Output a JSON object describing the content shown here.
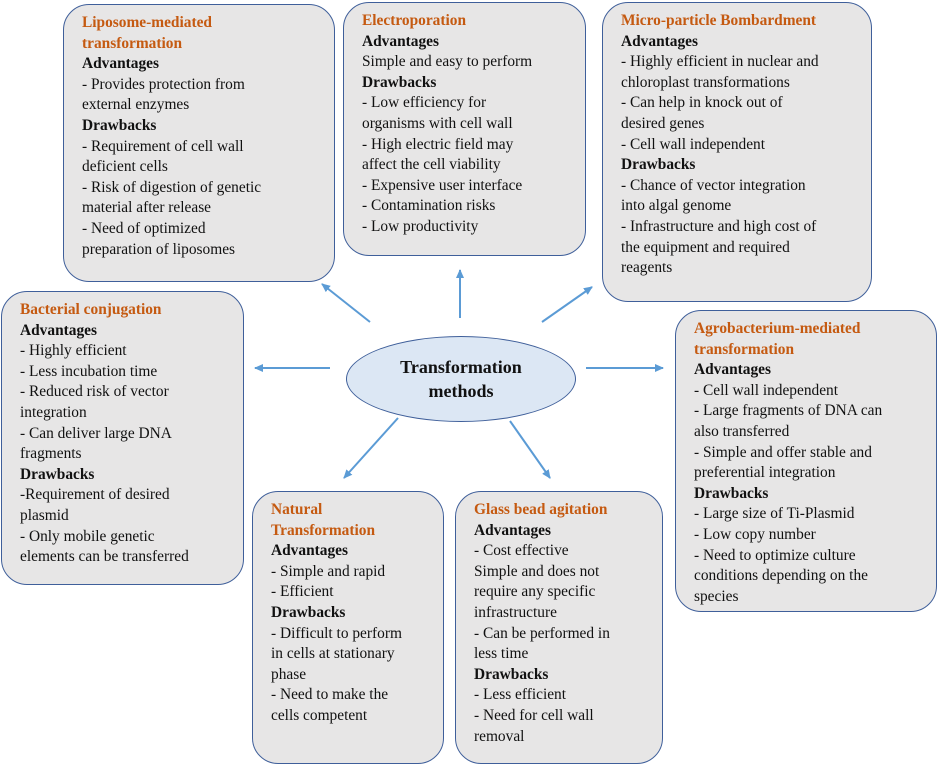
{
  "center": {
    "line1": "Transformation",
    "line2": "methods"
  },
  "boxes": {
    "liposome": {
      "title": [
        "Liposome-mediated",
        "transformation"
      ],
      "advantages_label": "Advantages",
      "advantages": [
        "- Provides protection from",
        "external enzymes"
      ],
      "drawbacks_label": "Drawbacks",
      "drawbacks": [
        "- Requirement of cell wall",
        "deficient cells",
        "- Risk of digestion of genetic",
        "material after release",
        "- Need of optimized",
        "preparation of liposomes"
      ]
    },
    "electroporation": {
      "title": [
        "Electroporation"
      ],
      "advantages_label": "Advantages",
      "advantages": [
        "Simple and easy to perform"
      ],
      "drawbacks_label": "Drawbacks",
      "drawbacks": [
        "- Low efficiency for",
        "organisms with cell wall",
        "- High electric field may",
        "affect the cell viability",
        "- Expensive user interface",
        "- Contamination risks",
        "- Low productivity"
      ]
    },
    "microparticle": {
      "title": [
        "Micro-particle Bombardment"
      ],
      "advantages_label": "Advantages",
      "advantages": [
        "- Highly efficient in nuclear and",
        "chloroplast transformations",
        "- Can help in knock out of",
        "desired genes",
        "- Cell wall independent"
      ],
      "drawbacks_label": "Drawbacks",
      "drawbacks": [
        "- Chance of vector integration",
        "into algal genome",
        "- Infrastructure and high cost of",
        "the equipment and required",
        "reagents"
      ]
    },
    "bacterial": {
      "title": [
        "Bacterial conjugation"
      ],
      "advantages_label": "Advantages",
      "advantages": [
        "- Highly efficient",
        "- Less incubation time",
        "- Reduced risk of vector",
        "integration",
        "- Can deliver large DNA",
        "fragments"
      ],
      "drawbacks_label": "Drawbacks",
      "drawbacks": [
        "-Requirement of desired",
        "plasmid",
        "- Only mobile genetic",
        "elements can be transferred"
      ]
    },
    "agrobacterium": {
      "title": [
        "Agrobacterium-mediated",
        "transformation"
      ],
      "advantages_label": "Advantages",
      "advantages": [
        "- Cell wall independent",
        "- Large fragments of DNA can",
        "also transferred",
        "- Simple and offer stable and",
        "preferential integration"
      ],
      "drawbacks_label": "Drawbacks",
      "drawbacks": [
        "- Large size of Ti-Plasmid",
        "- Low copy number",
        "- Need to optimize culture",
        "conditions depending on the",
        "species"
      ]
    },
    "natural": {
      "title": [
        "Natural",
        "Transformation"
      ],
      "advantages_label": "Advantages",
      "advantages": [
        "- Simple and rapid",
        "- Efficient"
      ],
      "drawbacks_label": "Drawbacks",
      "drawbacks": [
        "- Difficult to perform",
        "in cells at stationary",
        "phase",
        "- Need to make the",
        "cells competent"
      ]
    },
    "glassbead": {
      "title": [
        "Glass bead agitation"
      ],
      "advantages_label": "Advantages",
      "advantages": [
        "- Cost effective",
        "Simple and does not",
        "require any specific",
        "infrastructure",
        "- Can be performed in",
        "less time"
      ],
      "drawbacks_label": "Drawbacks",
      "drawbacks": [
        "- Less efficient",
        "- Need for cell wall",
        "removal"
      ]
    }
  },
  "colors": {
    "title_text": "#c55a11",
    "box_fill": "#e7e6e6",
    "box_border": "#3f5f9a",
    "center_fill": "#dce7f4",
    "arrow": "#5b9bd5"
  }
}
